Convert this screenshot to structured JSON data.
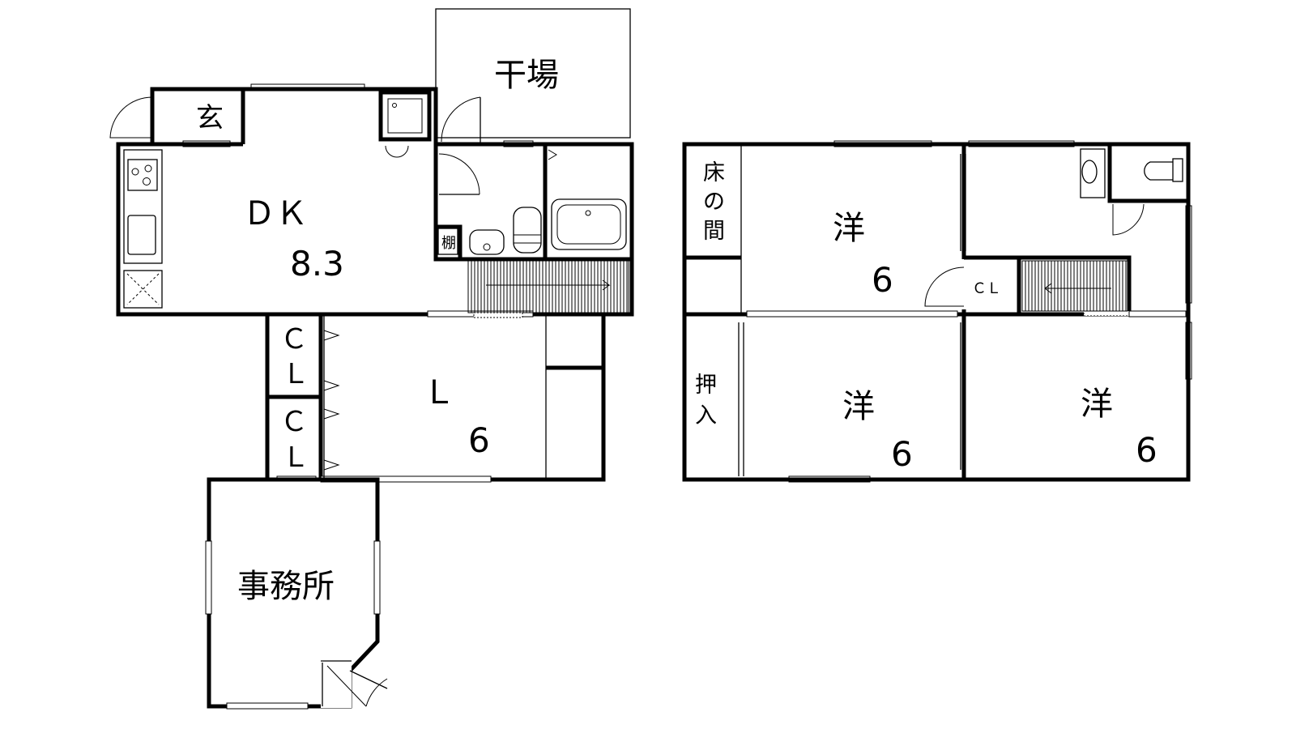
{
  "floor1": {
    "entrance": "玄",
    "drying_area": "干場",
    "dk": {
      "name": "ＤＫ",
      "size": "8.3"
    },
    "shelf": "棚",
    "closet_upper": [
      "Ｃ",
      "Ｌ"
    ],
    "closet_lower": [
      "Ｃ",
      "Ｌ"
    ],
    "living": {
      "name": "Ｌ",
      "size": "6"
    },
    "office": "事務所"
  },
  "floor2": {
    "alcove": [
      "床",
      "の",
      "間"
    ],
    "closet": "ＣＬ",
    "storage": [
      "押",
      "入"
    ],
    "room_top": {
      "name": "洋",
      "size": "6"
    },
    "room_bottom_left": {
      "name": "洋",
      "size": "6"
    },
    "room_bottom_right": {
      "name": "洋",
      "size": "6"
    }
  }
}
